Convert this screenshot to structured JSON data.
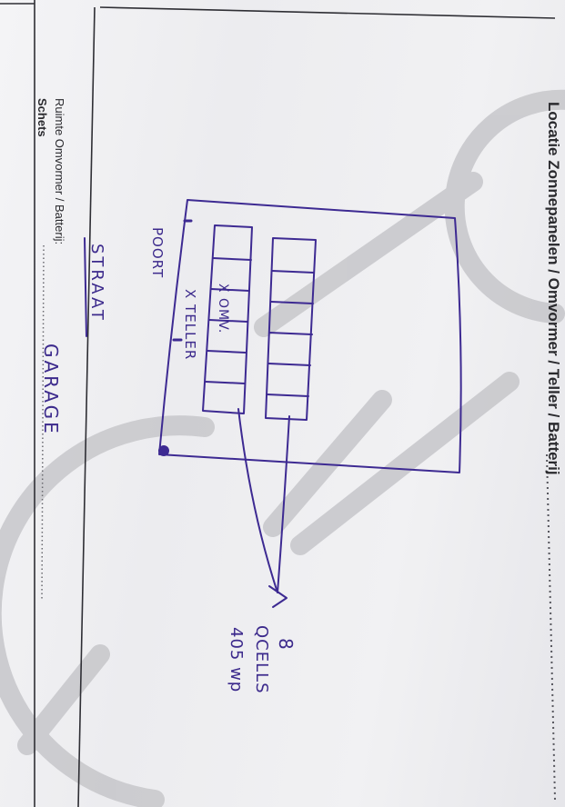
{
  "form": {
    "heading": "Locatie Zonnepanelen / Omvormer / Teller / Batterij",
    "room_label": "Ruimte Omvormer / Batterij:",
    "room_value": "GARAGE",
    "schets_label": "Schets"
  },
  "sketch": {
    "street": "STRAAT",
    "gate": "POORT",
    "inverter": "X OMV.",
    "meter": "X TELLER",
    "panel_count": "8",
    "panel_brand": "QCELLS",
    "panel_power": "405 wp"
  }
}
